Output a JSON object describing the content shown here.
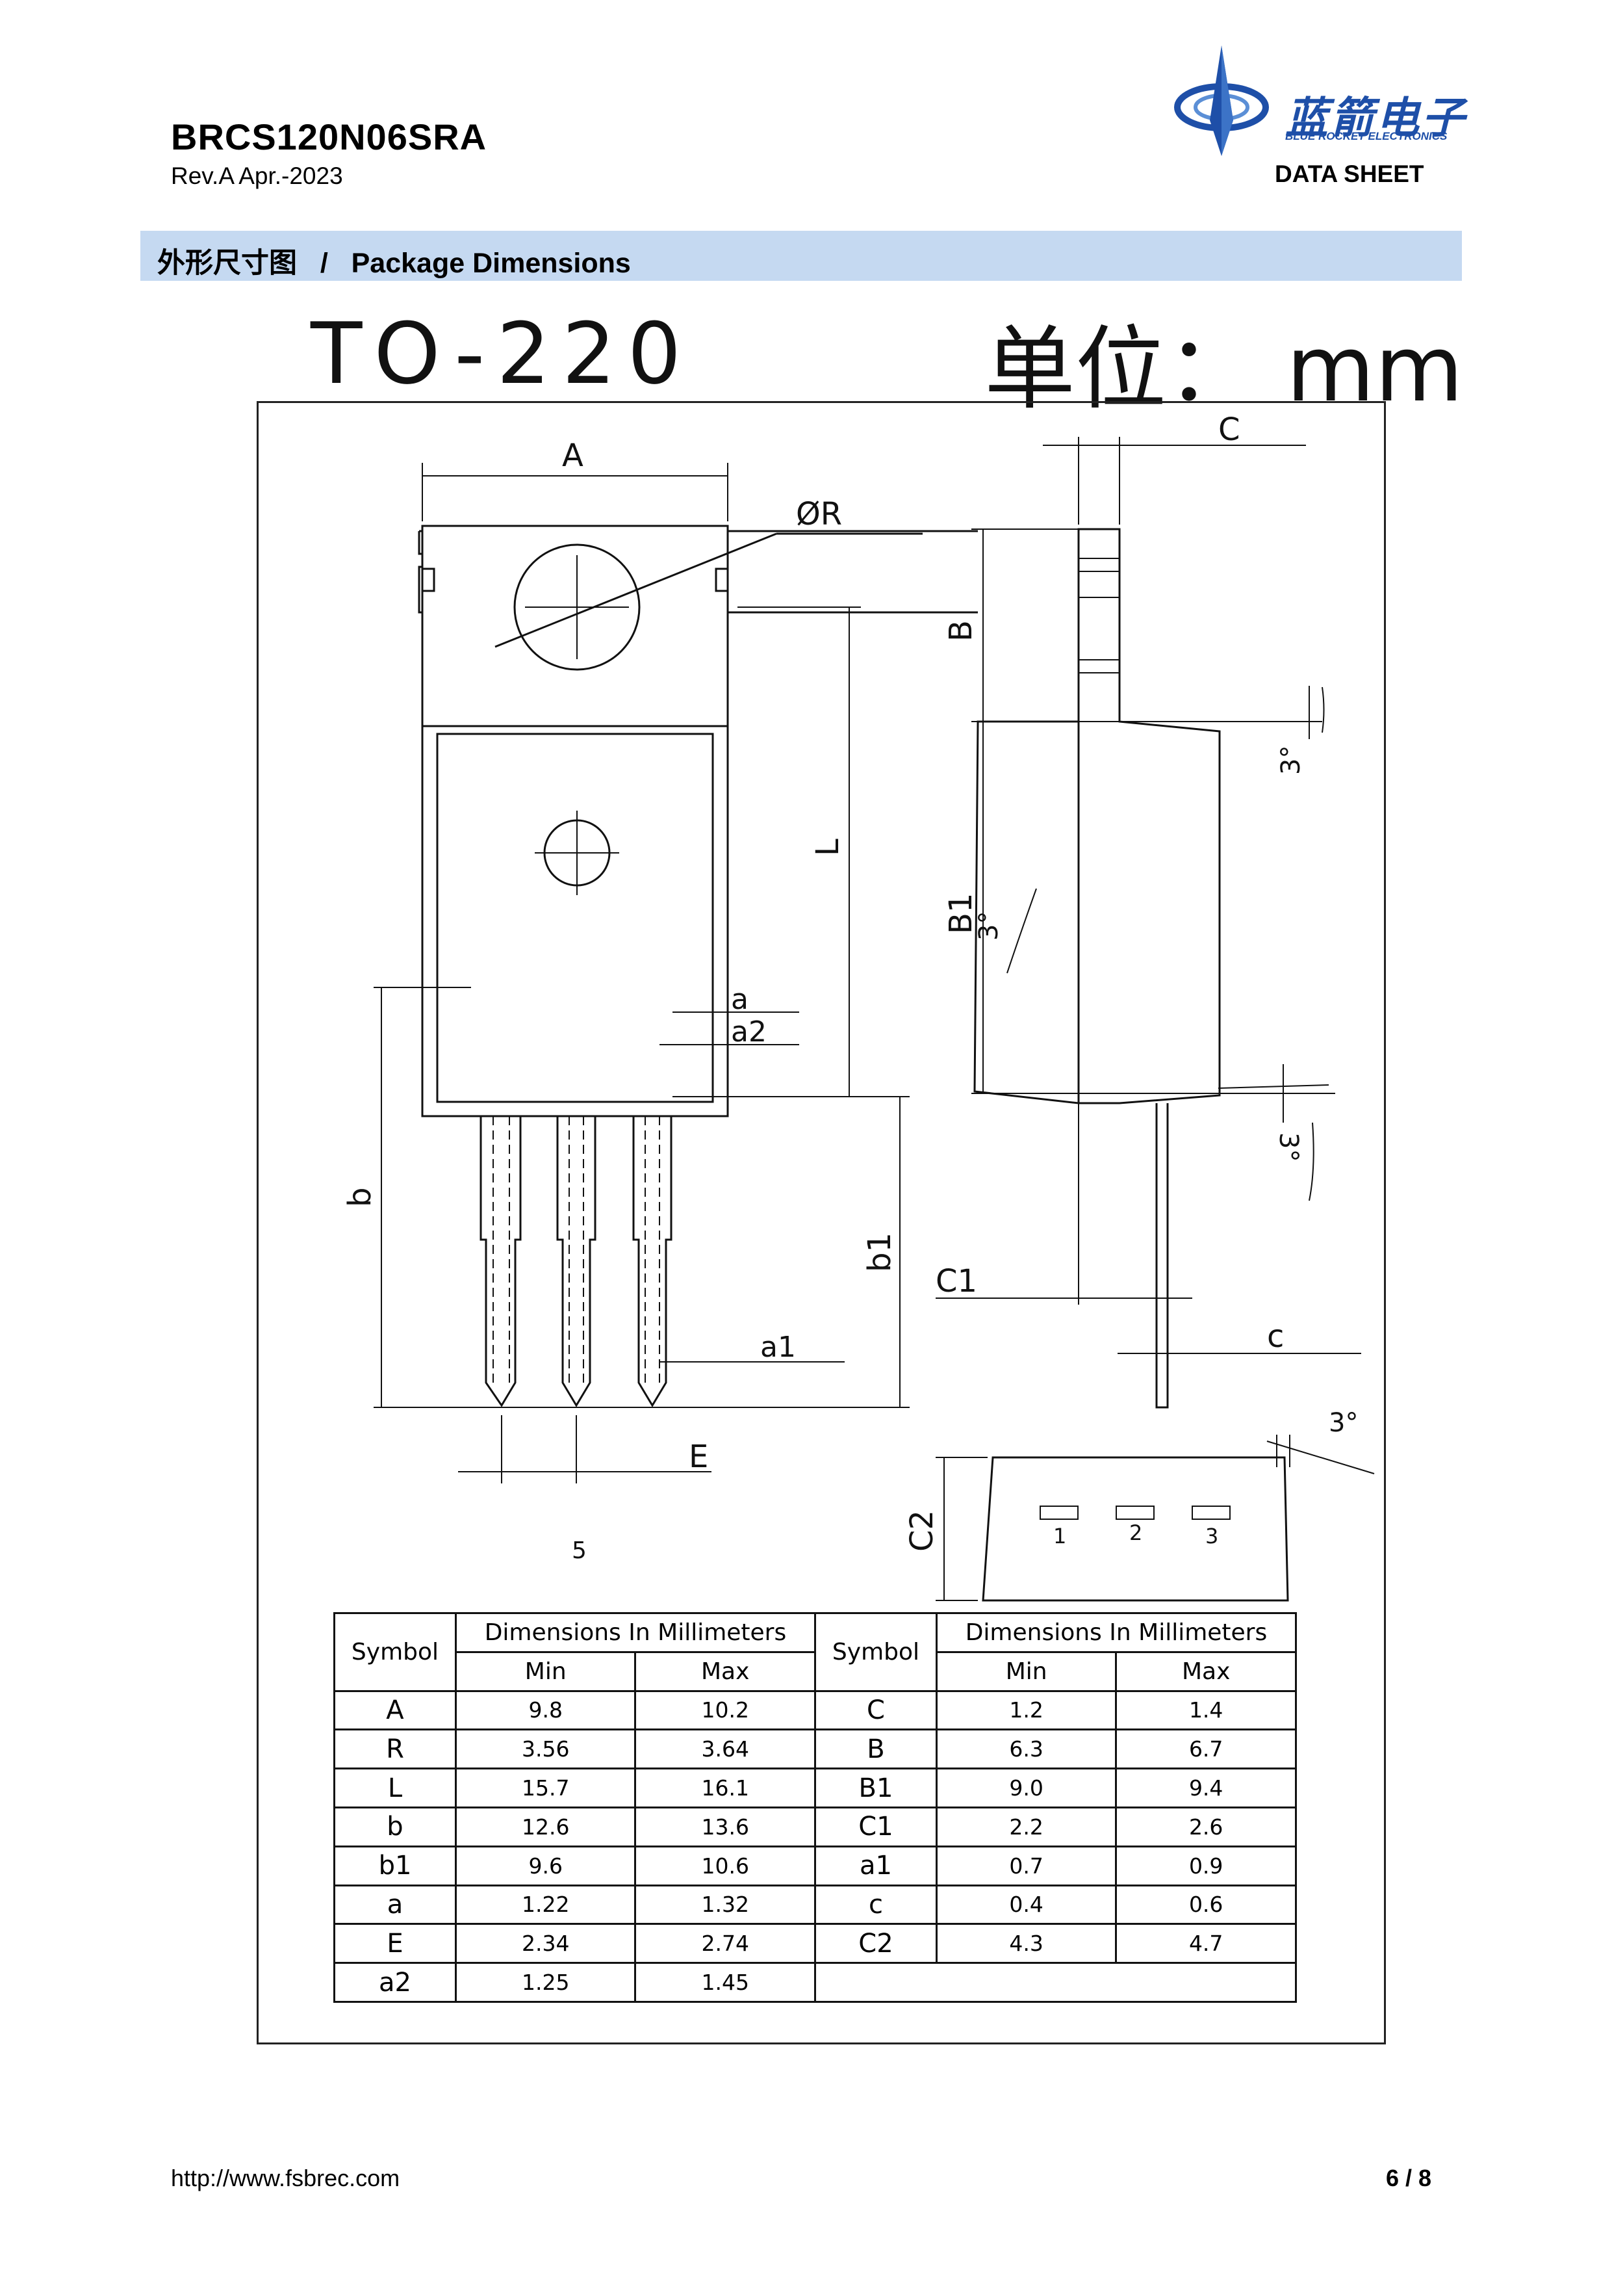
{
  "header": {
    "part_number": "BRCS120N06SRA",
    "revision": "Rev.A Apr.-2023",
    "logo_cn": "蓝箭电子",
    "logo_en": "BLUE ROCKET ELECTRONICS",
    "doc_type": "DATA SHEET"
  },
  "section": {
    "title": "外形尺寸图   /   Package Dimensions"
  },
  "drawing": {
    "package": "TO-220",
    "unit_label": "单位： mm",
    "labels": {
      "A": "A",
      "R": "ØR",
      "L": "L",
      "b": "b",
      "b1": "b1",
      "a": "a",
      "a2": "a2",
      "a1": "a1",
      "E": "E",
      "C": "C",
      "B": "B",
      "B1": "B1",
      "C1": "C1",
      "c": "c",
      "C2": "C2",
      "angle": "3°",
      "five": "5",
      "pin1": "1",
      "pin2": "2",
      "pin3": "3"
    }
  },
  "table": {
    "symbol_header": "Symbol",
    "dim_header": "Dimensions In Millimeters",
    "min_header": "Min",
    "max_header": "Max",
    "rows": [
      {
        "s1": "A",
        "min1": "9.8",
        "max1": "10.2",
        "s2": "C",
        "min2": "1.2",
        "max2": "1.4"
      },
      {
        "s1": "R",
        "min1": "3.56",
        "max1": "3.64",
        "s2": "B",
        "min2": "6.3",
        "max2": "6.7"
      },
      {
        "s1": "L",
        "min1": "15.7",
        "max1": "16.1",
        "s2": "B1",
        "min2": "9.0",
        "max2": "9.4"
      },
      {
        "s1": "b",
        "min1": "12.6",
        "max1": "13.6",
        "s2": "C1",
        "min2": "2.2",
        "max2": "2.6"
      },
      {
        "s1": "b1",
        "min1": "9.6",
        "max1": "10.6",
        "s2": "a1",
        "min2": "0.7",
        "max2": "0.9"
      },
      {
        "s1": "a",
        "min1": "1.22",
        "max1": "1.32",
        "s2": "c",
        "min2": "0.4",
        "max2": "0.6"
      },
      {
        "s1": "E",
        "min1": "2.34",
        "max1": "2.74",
        "s2": "C2",
        "min2": "4.3",
        "max2": "4.7"
      },
      {
        "s1": "a2",
        "min1": "1.25",
        "max1": "1.45"
      }
    ]
  },
  "footer": {
    "url": "http://www.fsbrec.com",
    "page": "6 / 8"
  },
  "colors": {
    "brand_blue": "#1e4fa8",
    "section_bar": "#c5d9f1"
  }
}
